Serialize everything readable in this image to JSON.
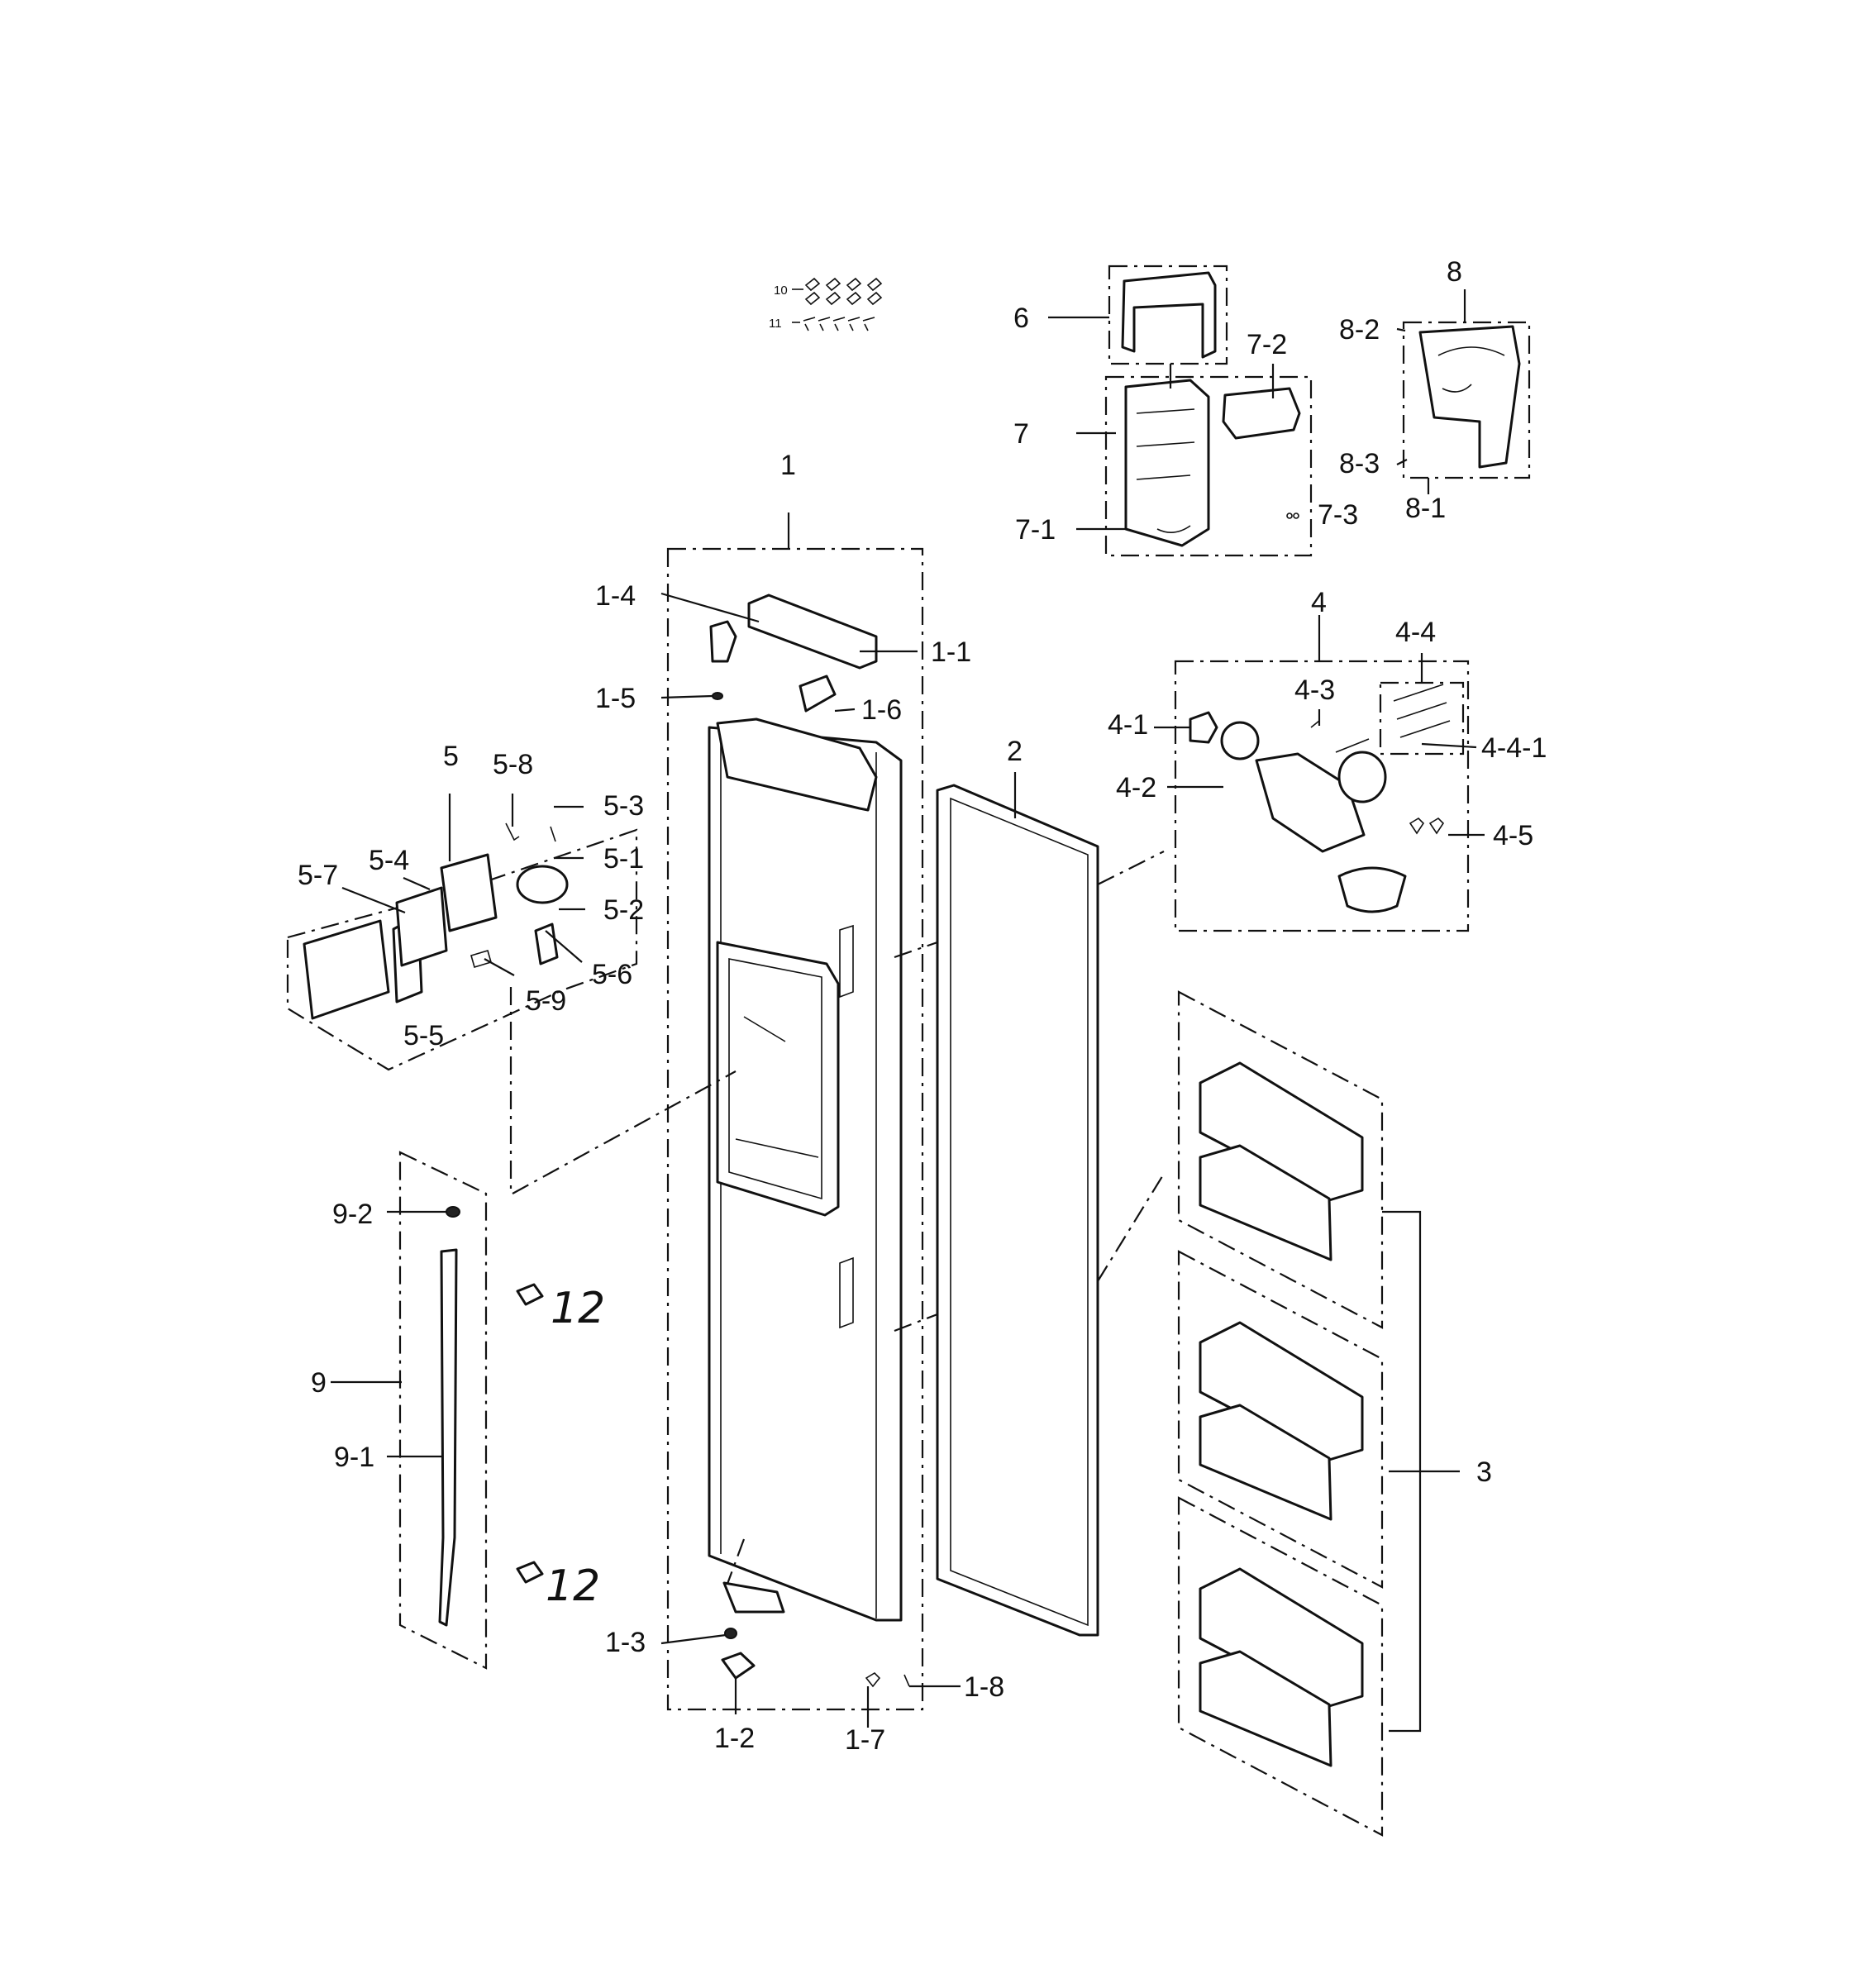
{
  "callouts": {
    "c1": "1",
    "c1_1": "1-1",
    "c1_2": "1-2",
    "c1_3": "1-3",
    "c1_4": "1-4",
    "c1_5": "1-5",
    "c1_6": "1-6",
    "c1_7": "1-7",
    "c1_8": "1-8",
    "c2": "2",
    "c3": "3",
    "c4": "4",
    "c4_1": "4-1",
    "c4_2": "4-2",
    "c4_3": "4-3",
    "c4_4": "4-4",
    "c4_4_1": "4-4-1",
    "c4_5": "4-5",
    "c5": "5",
    "c5_1": "5-1",
    "c5_2": "5-2",
    "c5_3": "5-3",
    "c5_4": "5-4",
    "c5_5": "5-5",
    "c5_6": "5-6",
    "c5_7": "5-7",
    "c5_8": "5-8",
    "c5_9": "5-9",
    "c6": "6",
    "c7": "7",
    "c7_1": "7-1",
    "c7_2": "7-2",
    "c7_3": "7-3",
    "c8": "8",
    "c8_1": "8-1",
    "c8_2": "8-2",
    "c8_3": "8-3",
    "c9": "9",
    "c9_1": "9-1",
    "c9_2": "9-2",
    "c10": "10",
    "c11": "11",
    "c12a": "12",
    "c12b": "12"
  }
}
